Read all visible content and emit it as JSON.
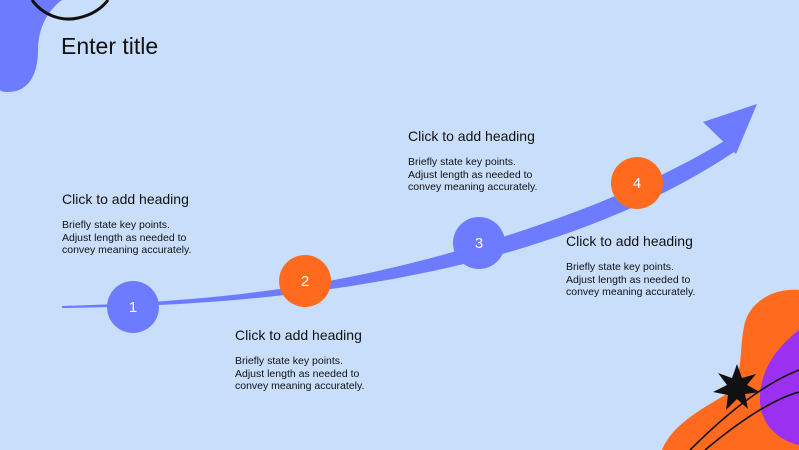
{
  "title": "Enter title",
  "colors": {
    "background": "#c9defb",
    "blue": "#6c7bff",
    "orange": "#ff6a1f",
    "purple": "#9b30f0",
    "dark": "#111111"
  },
  "steps": [
    {
      "number": "1",
      "heading": "Click to add heading",
      "body": [
        "Briefly state key points.",
        "Adjust length as needed to",
        "convey meaning accurately."
      ],
      "color": "blue"
    },
    {
      "number": "2",
      "heading": "Click to add heading",
      "body": [
        "Briefly state key points.",
        "Adjust length as needed to",
        "convey meaning accurately."
      ],
      "color": "orange"
    },
    {
      "number": "3",
      "heading": "Click to add heading",
      "body": [
        "Briefly state key points.",
        "Adjust length as needed to",
        "convey meaning accurately."
      ],
      "color": "blue"
    },
    {
      "number": "4",
      "heading": "Click to add heading",
      "body": [
        "Briefly state key points.",
        "Adjust length as needed to",
        "convey meaning accurately."
      ],
      "color": "orange"
    }
  ]
}
